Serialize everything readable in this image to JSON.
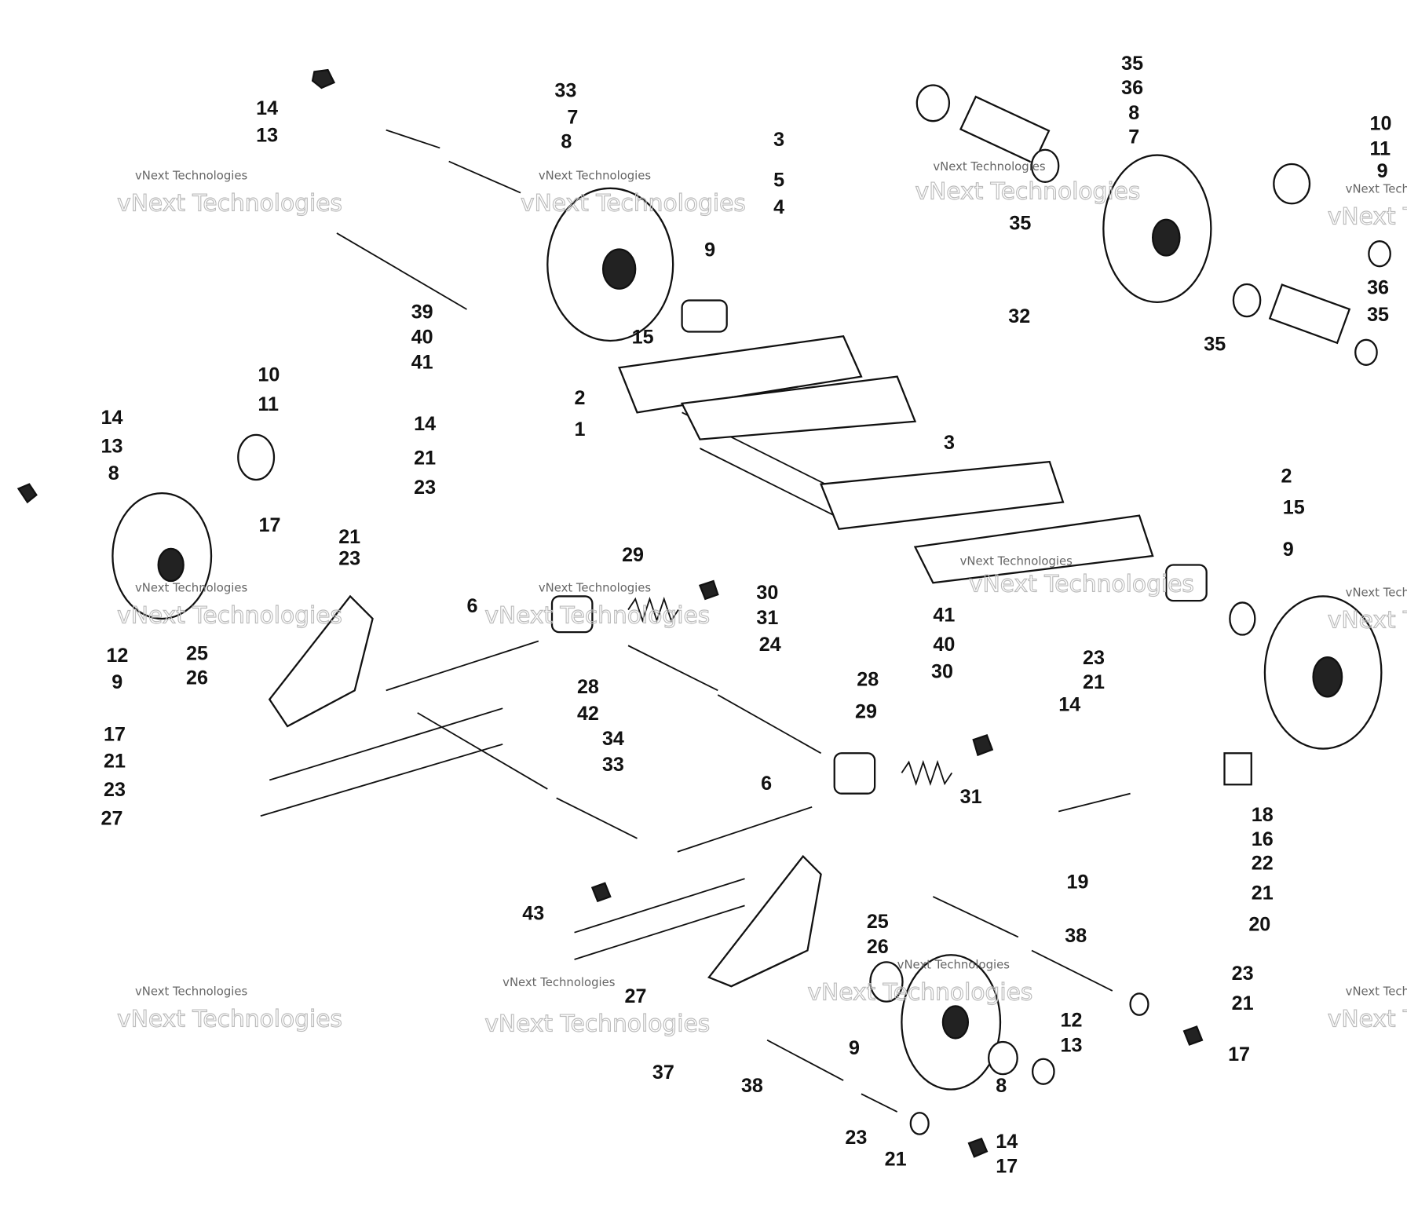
{
  "diagram": {
    "title": "Rear suspension exploded parts view",
    "watermark": {
      "line1": "vNext Technologies",
      "line2": "vNext Technologies"
    },
    "callouts": [
      "14",
      "13",
      "33",
      "7",
      "8",
      "3",
      "5",
      "4",
      "9",
      "39",
      "40",
      "41",
      "15",
      "2",
      "1",
      "14",
      "21",
      "23",
      "35",
      "36",
      "8",
      "7",
      "35",
      "10",
      "11",
      "9",
      "36",
      "35",
      "35",
      "32",
      "3",
      "2",
      "15",
      "9",
      "10",
      "11",
      "14",
      "13",
      "8",
      "17",
      "21",
      "23",
      "12",
      "9",
      "25",
      "26",
      "6",
      "29",
      "30",
      "31",
      "24",
      "28",
      "42",
      "41",
      "40",
      "30",
      "28",
      "29",
      "31",
      "23",
      "21",
      "14",
      "17",
      "21",
      "23",
      "27",
      "34",
      "33",
      "6",
      "18",
      "16",
      "22",
      "19",
      "21",
      "20",
      "43",
      "25",
      "26",
      "38",
      "23",
      "21",
      "17",
      "27",
      "12",
      "13",
      "9",
      "37",
      "38",
      "8",
      "14",
      "23",
      "21",
      "17"
    ]
  }
}
